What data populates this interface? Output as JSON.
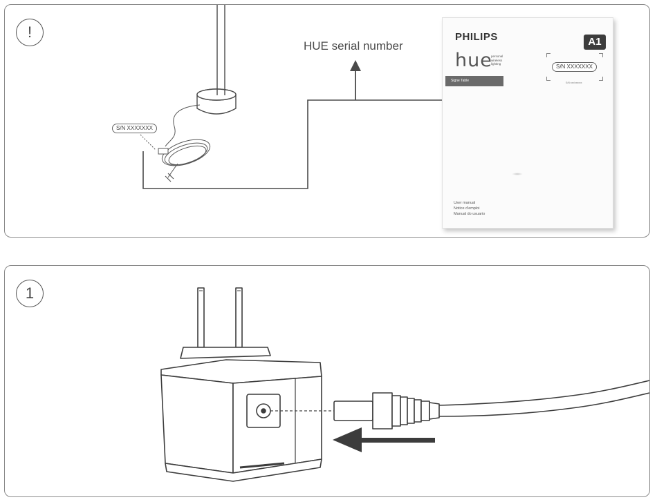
{
  "panels": {
    "top": {
      "step_symbol": "!",
      "callout_label": "HUE serial number",
      "cable_tag": "S/N XXXXXXX",
      "manual": {
        "brand": "PHILIPS",
        "product": "hue",
        "product_tagline_lines": [
          "personal",
          "wireless",
          "lighting"
        ],
        "product_name": "Signe Table",
        "badge": "A1",
        "serial_tag": "S/N XXXXXXX",
        "serial_caption": "S/N xxx/xxxxxx",
        "languages": [
          "User manual",
          "Notice d'emploi",
          "Manual do usuario"
        ]
      }
    },
    "bottom": {
      "step_symbol": "1"
    }
  },
  "colors": {
    "line": "#4a4a4a",
    "panel_border": "#8a8a8a",
    "manual_bar": "#6a6a6a",
    "badge": "#3c3c3c"
  },
  "icons": [
    "warning-step-icon",
    "step-one-icon",
    "arrow-up-icon",
    "arrow-left-icon",
    "power-adapter-illustration",
    "dc-plug-illustration",
    "lamp-base-illustration"
  ]
}
